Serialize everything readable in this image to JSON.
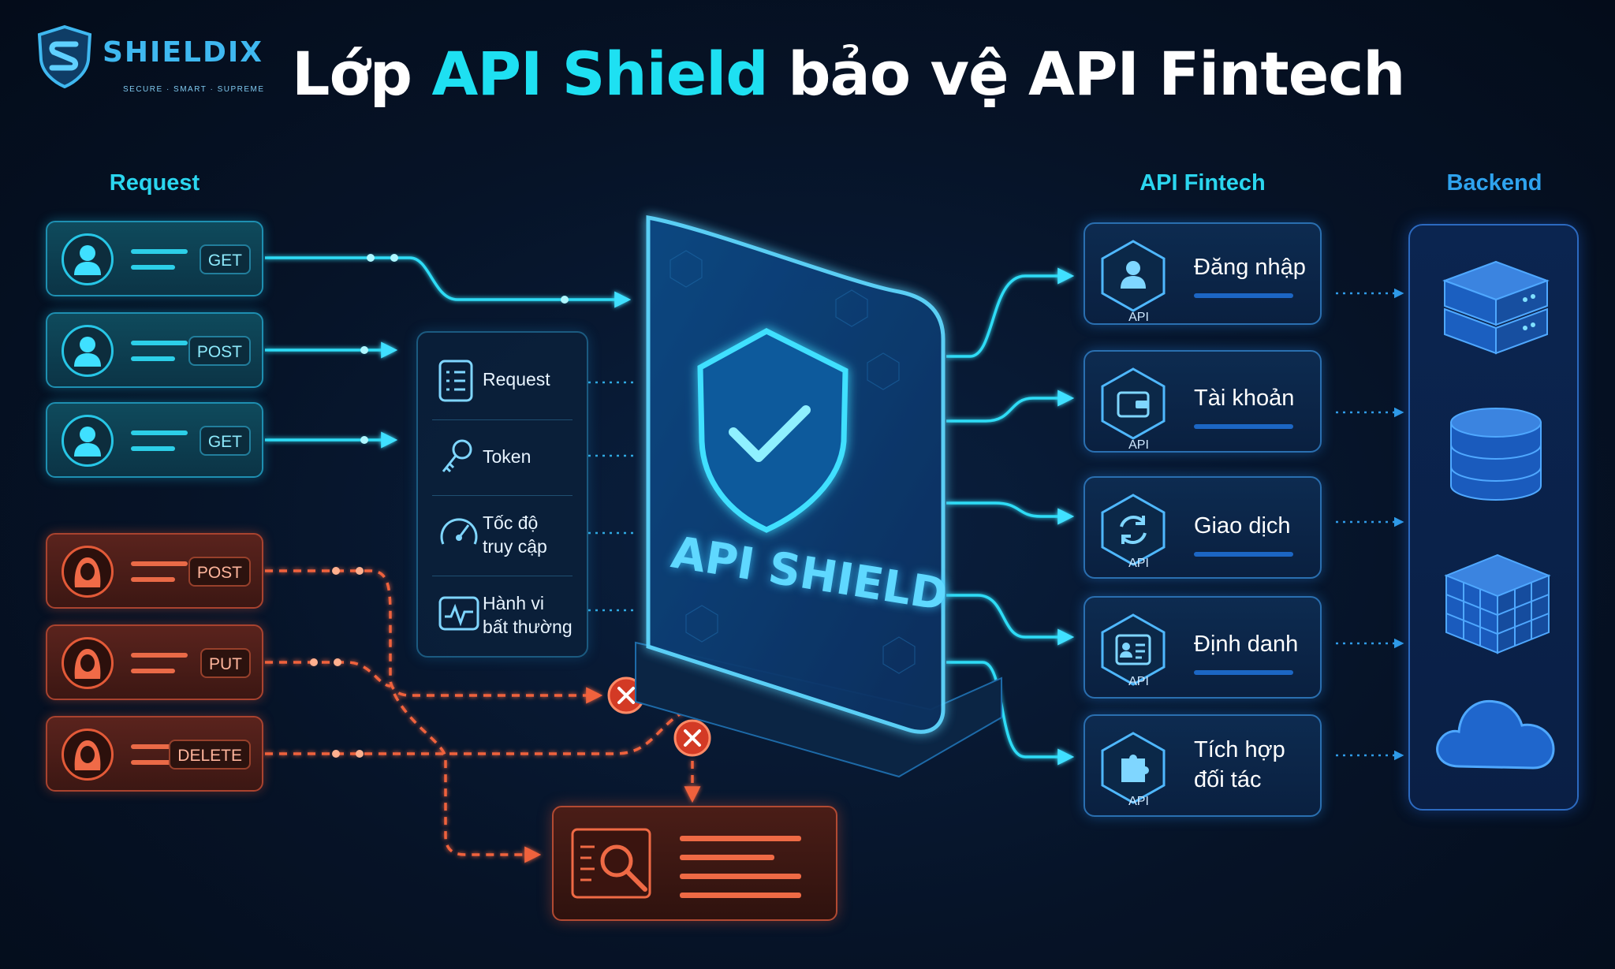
{
  "brand": {
    "name": "SHIELDIX",
    "tagline": "SECURE · SMART · SUPREME"
  },
  "title": {
    "part1": "Lớp ",
    "highlight": "API Shield",
    "part2": " bảo vệ API Fintech"
  },
  "columns": {
    "request": "Request",
    "api_fintech": "API Fintech",
    "backend": "Backend"
  },
  "requests_legit": [
    {
      "method": "GET"
    },
    {
      "method": "POST"
    },
    {
      "method": "GET"
    }
  ],
  "requests_malicious": [
    {
      "method": "POST"
    },
    {
      "method": "PUT"
    },
    {
      "method": "DELETE"
    }
  ],
  "checks": [
    {
      "label": "Request",
      "icon": "list-icon"
    },
    {
      "label": "Token",
      "icon": "key-icon"
    },
    {
      "label_line1": "Tốc độ",
      "label_line2": "truy cập",
      "icon": "speedometer-icon"
    },
    {
      "label_line1": "Hành vi",
      "label_line2": "bất thường",
      "icon": "activity-icon"
    }
  ],
  "shield": {
    "label": "API SHIELD"
  },
  "apis": [
    {
      "name": "Đăng nhập",
      "tag": "API",
      "icon": "user-icon"
    },
    {
      "name": "Tài khoản",
      "tag": "API",
      "icon": "wallet-icon"
    },
    {
      "name": "Giao dịch",
      "tag": "API",
      "icon": "sync-icon"
    },
    {
      "name": "Định danh",
      "tag": "API",
      "icon": "id-card-icon"
    },
    {
      "name_line1": "Tích hợp",
      "name_line2": "đối tác",
      "tag": "API",
      "icon": "puzzle-icon"
    }
  ],
  "backend_icons": [
    "server-icon",
    "database-icon",
    "storage-cube-icon",
    "cloud-icon"
  ],
  "colors": {
    "legit": "#27c6e6",
    "malicious": "#ea6a47",
    "accent": "#1ee0f2",
    "backend": "#2fa3ee"
  }
}
